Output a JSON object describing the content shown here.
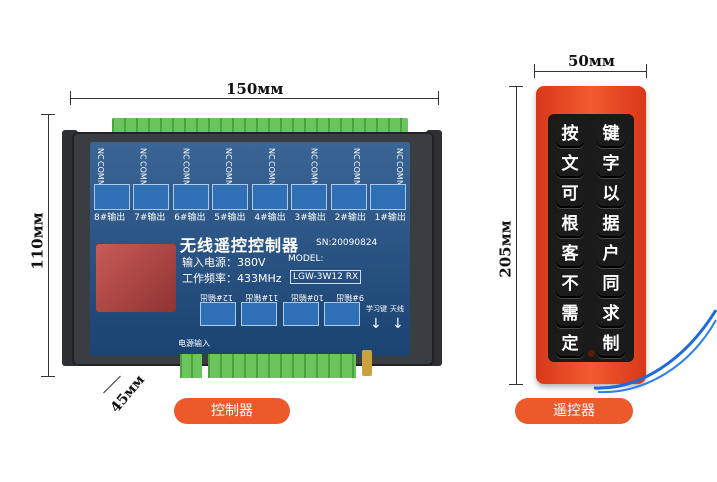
{
  "dimensions": {
    "width_top": "150мм",
    "height_left": "110мм",
    "depth": "45мм",
    "remote_width": "50мм",
    "remote_height": "205мм"
  },
  "controller": {
    "title": "无线遥控控制器",
    "power_label": "输入电源：380V",
    "freq_label": "工作频率：433MHz",
    "sn": "SN:20090824",
    "model_label": "MODEL:",
    "model": "LGW-3W12 RX",
    "outputs_top": [
      "8#输出",
      "7#输出",
      "6#输出",
      "5#输出",
      "4#输出",
      "3#输出",
      "2#输出",
      "1#输出"
    ],
    "outputs_bottom": [
      "9#输出",
      "10#输出",
      "11#输出",
      "12#输出"
    ],
    "power_input": "电源输入",
    "learn_key": "学习键",
    "antenna": "天线",
    "relay_pins": [
      "NC",
      "COM",
      "NO"
    ]
  },
  "remote": {
    "keys": [
      "按",
      "键",
      "文",
      "字",
      "可",
      "以",
      "根",
      "据",
      "客",
      "户",
      "不",
      "同",
      "需",
      "求",
      "定",
      "制"
    ]
  },
  "labels": {
    "controller": "控制器",
    "remote": "遥控器"
  },
  "colors": {
    "accent": "#ec5a2c",
    "remote_body": "#f0481e",
    "pcb": "#1f4f86",
    "terminal": "#58b54a"
  }
}
